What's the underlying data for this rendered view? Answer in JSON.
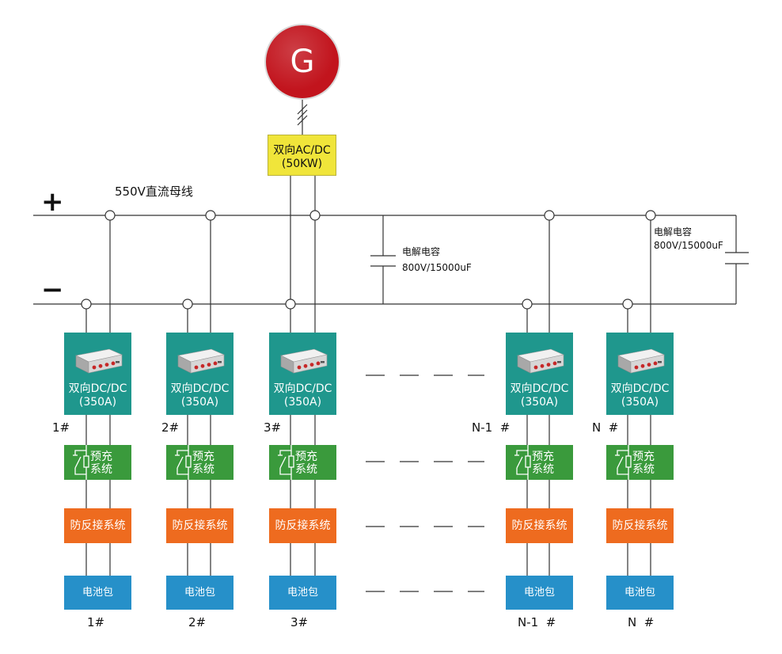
{
  "bus": {
    "plus": "+",
    "minus": "−",
    "label": "550V直流母线"
  },
  "generator": {
    "label": "G"
  },
  "acdc": {
    "line1": "双向AC/DC",
    "line2": "(50KW)"
  },
  "capacitors": [
    {
      "name": "电解电容",
      "rating": "800V/15000uF"
    },
    {
      "name": "电解电容",
      "rating": "800V/15000uF"
    }
  ],
  "units": [
    {
      "top_label": "1#",
      "bottom_label": "1#",
      "dcdc_name": "双向DC/DC",
      "dcdc_rating": "(350A)",
      "precharge": [
        "预充",
        "系统"
      ],
      "reverse_protection": "防反接系统",
      "battery": "电池包"
    },
    {
      "top_label": "2#",
      "bottom_label": "2#",
      "dcdc_name": "双向DC/DC",
      "dcdc_rating": "(350A)",
      "precharge": [
        "预充",
        "系统"
      ],
      "reverse_protection": "防反接系统",
      "battery": "电池包"
    },
    {
      "top_label": "3#",
      "bottom_label": "3#",
      "dcdc_name": "双向DC/DC",
      "dcdc_rating": "(350A)",
      "precharge": [
        "预充",
        "系统"
      ],
      "reverse_protection": "防反接系统",
      "battery": "电池包"
    },
    {
      "top_label": "N-1  #",
      "bottom_label": "N-1  #",
      "dcdc_name": "双向DC/DC",
      "dcdc_rating": "(350A)",
      "precharge": [
        "预充",
        "系统"
      ],
      "reverse_protection": "防反接系统",
      "battery": "电池包"
    },
    {
      "top_label": "N  #",
      "bottom_label": "N  #",
      "dcdc_name": "双向DC/DC",
      "dcdc_rating": "(350A)",
      "precharge": [
        "预充",
        "系统"
      ],
      "reverse_protection": "防反接系统",
      "battery": "电池包"
    }
  ],
  "colors": {
    "generator": "#c2141d",
    "acdc": "#f0e53a",
    "dcdc": "#1f978d",
    "precharge": "#3a9a3c",
    "reverse_protection": "#ee6b1f",
    "battery": "#2690c9"
  }
}
